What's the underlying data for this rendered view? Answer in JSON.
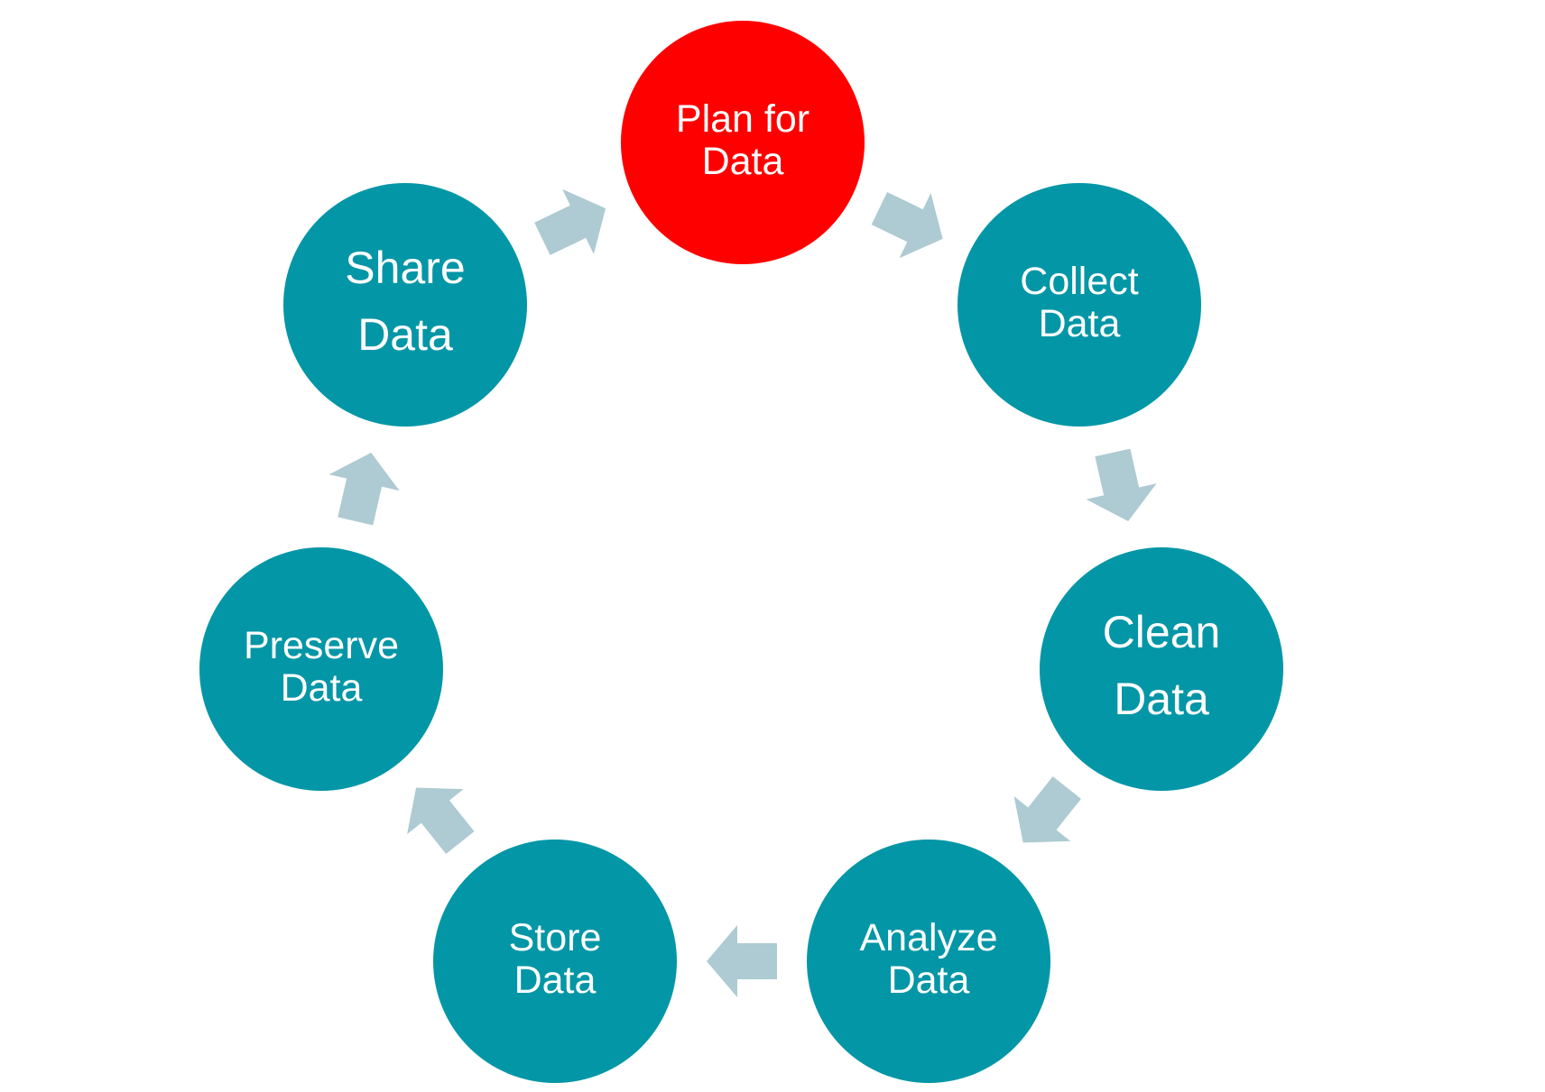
{
  "colors": {
    "background": "#ffffff",
    "default_node": "#0396a6",
    "highlight_node": "#ff0000",
    "arrow": "#aecad2",
    "label": "#ffffff"
  },
  "nodes": [
    {
      "key": "plan",
      "lines": [
        "Plan for",
        "Data"
      ],
      "highlight": true
    },
    {
      "key": "collect",
      "lines": [
        "Collect",
        "Data"
      ],
      "highlight": false
    },
    {
      "key": "clean",
      "lines": [
        "Clean",
        "Data"
      ],
      "highlight": false
    },
    {
      "key": "analyze",
      "lines": [
        "Analyze",
        "Data"
      ],
      "highlight": false
    },
    {
      "key": "store",
      "lines": [
        "Store",
        "Data"
      ],
      "highlight": false
    },
    {
      "key": "preserve",
      "lines": [
        "Preserve",
        "Data"
      ],
      "highlight": false
    },
    {
      "key": "share",
      "lines": [
        "Share",
        "Data"
      ],
      "highlight": false
    }
  ],
  "flow": [
    [
      "plan",
      "collect"
    ],
    [
      "collect",
      "clean"
    ],
    [
      "clean",
      "analyze"
    ],
    [
      "analyze",
      "store"
    ],
    [
      "store",
      "preserve"
    ],
    [
      "preserve",
      "share"
    ],
    [
      "share",
      "plan"
    ]
  ]
}
